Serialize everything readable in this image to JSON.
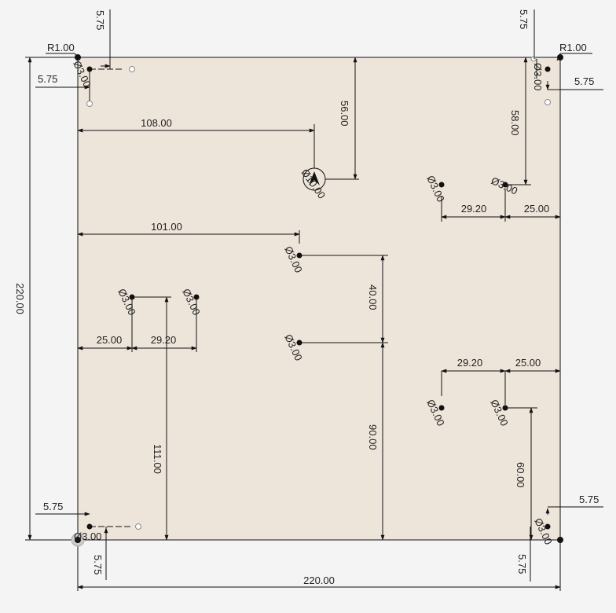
{
  "plate": {
    "fill_color": "#eee5da",
    "stroke_color": "#111111",
    "background_color": "#f4f4f4"
  },
  "dimensions": {
    "overall_width": "220.00",
    "overall_height": "220.00",
    "corner_radius_top_left": "R1.00",
    "corner_radius_top_right": "R1.00",
    "tl_offset_x": "5.75",
    "tl_offset_y": "5.75",
    "tr_offset_x": "5.75",
    "tr_offset_y": "5.75",
    "bl_offset_x": "5.75",
    "bl_offset_y": "5.75",
    "br_offset_x": "5.75",
    "br_offset_y": "5.75",
    "center_hole_x": "108.00",
    "center_hole_y": "56.00",
    "mid_hole_x": "101.00",
    "mid_hole_spacing": "40.00",
    "mid_hole_bottom": "90.00",
    "left_group_x": "25.00",
    "left_group_spacing": "29.20",
    "left_group_bottom": "111.00",
    "right_top_spacing": "29.20",
    "right_top_edge": "25.00",
    "right_top_y": "58.00",
    "right_bottom_spacing": "29.20",
    "right_bottom_edge": "25.00",
    "right_bottom_y": "60.00"
  },
  "holes": {
    "small": "Ø3.00",
    "large": "Ø10.00"
  }
}
